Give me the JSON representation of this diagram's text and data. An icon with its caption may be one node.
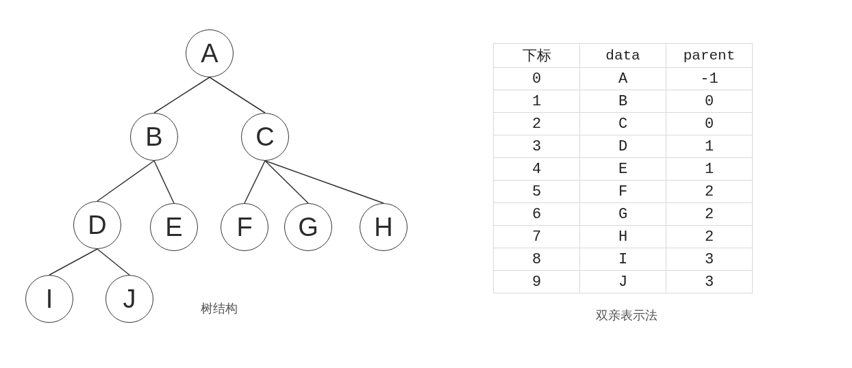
{
  "diagram": {
    "nodes": [
      {
        "text": [
          "A"
        ]
      },
      {
        "text": [
          "B"
        ]
      },
      {
        "text": [
          "C"
        ]
      },
      {
        "text": [
          "D"
        ]
      },
      {
        "text": [
          "E"
        ]
      },
      {
        "text": [
          "F"
        ]
      },
      {
        "text": [
          "G"
        ]
      },
      {
        "text": [
          "H"
        ]
      },
      {
        "text": [
          "I"
        ]
      },
      {
        "text": [
          "J"
        ]
      }
    ],
    "edges": [
      {
        "from": 0,
        "to": 1,
        "arrow": "none"
      },
      {
        "from": 0,
        "to": 2,
        "arrow": "none"
      },
      {
        "from": 1,
        "to": 3,
        "arrow": "none"
      },
      {
        "from": 1,
        "to": 4,
        "arrow": "none"
      },
      {
        "from": 2,
        "to": 5,
        "arrow": "none"
      },
      {
        "from": 2,
        "to": 6,
        "arrow": "none"
      },
      {
        "from": 2,
        "to": 7,
        "arrow": "none"
      },
      {
        "from": 3,
        "to": 8,
        "arrow": "none"
      },
      {
        "from": 3,
        "to": 9,
        "arrow": "none"
      }
    ],
    "labels": [
      "树结构",
      "下标",
      "data",
      "parent",
      "0",
      "A",
      "-1",
      "1",
      "B",
      "0",
      "2",
      "C",
      "0",
      "3",
      "D",
      "1",
      "4",
      "E",
      "1",
      "5",
      "F",
      "2",
      "6",
      "G",
      "2",
      "7",
      "H",
      "2",
      "8",
      "I",
      "3",
      "9",
      "J",
      "3",
      "双亲表示法"
    ]
  }
}
